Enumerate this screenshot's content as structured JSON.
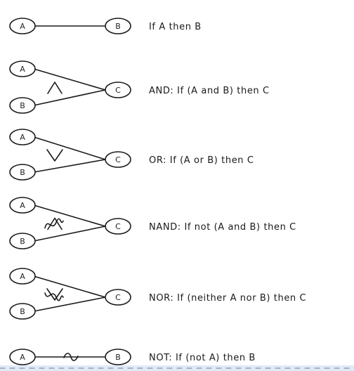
{
  "rows": [
    {
      "id": "implication",
      "type": "single",
      "inputs": [
        "A"
      ],
      "output": "B",
      "symbol": "none",
      "label": "If A then B"
    },
    {
      "id": "and",
      "type": "double",
      "inputs": [
        "A",
        "B"
      ],
      "output": "C",
      "symbol": "and",
      "label": "AND:  If (A and B) then C"
    },
    {
      "id": "or",
      "type": "double",
      "inputs": [
        "A",
        "B"
      ],
      "output": "C",
      "symbol": "or",
      "label": "OR:  If (A or B) then C"
    },
    {
      "id": "nand",
      "type": "double",
      "inputs": [
        "A",
        "B"
      ],
      "output": "C",
      "symbol": "nand",
      "label": "NAND:  If not (A and B) then C"
    },
    {
      "id": "nor",
      "type": "double",
      "inputs": [
        "A",
        "B"
      ],
      "output": "C",
      "symbol": "nor",
      "label": "NOR:  If (neither A nor B) then C"
    },
    {
      "id": "not",
      "type": "single",
      "inputs": [
        "A"
      ],
      "output": "B",
      "symbol": "not",
      "label": "NOT:  If (not A) then B"
    }
  ],
  "colors": {
    "ink": "#1a1a1a",
    "background": "#ffffff",
    "bottom_band": "#dfe9f7"
  }
}
